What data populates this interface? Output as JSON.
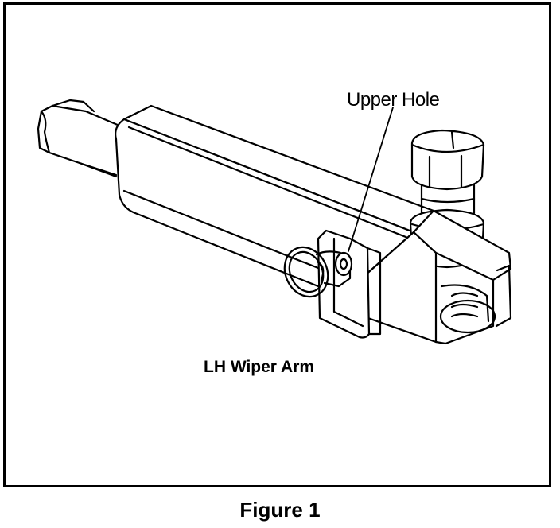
{
  "callout_label": "Upper Hole",
  "part_caption": "LH Wiper Arm",
  "figure_title": "Figure 1",
  "icons": [
    "wiper-arm-illustration"
  ]
}
